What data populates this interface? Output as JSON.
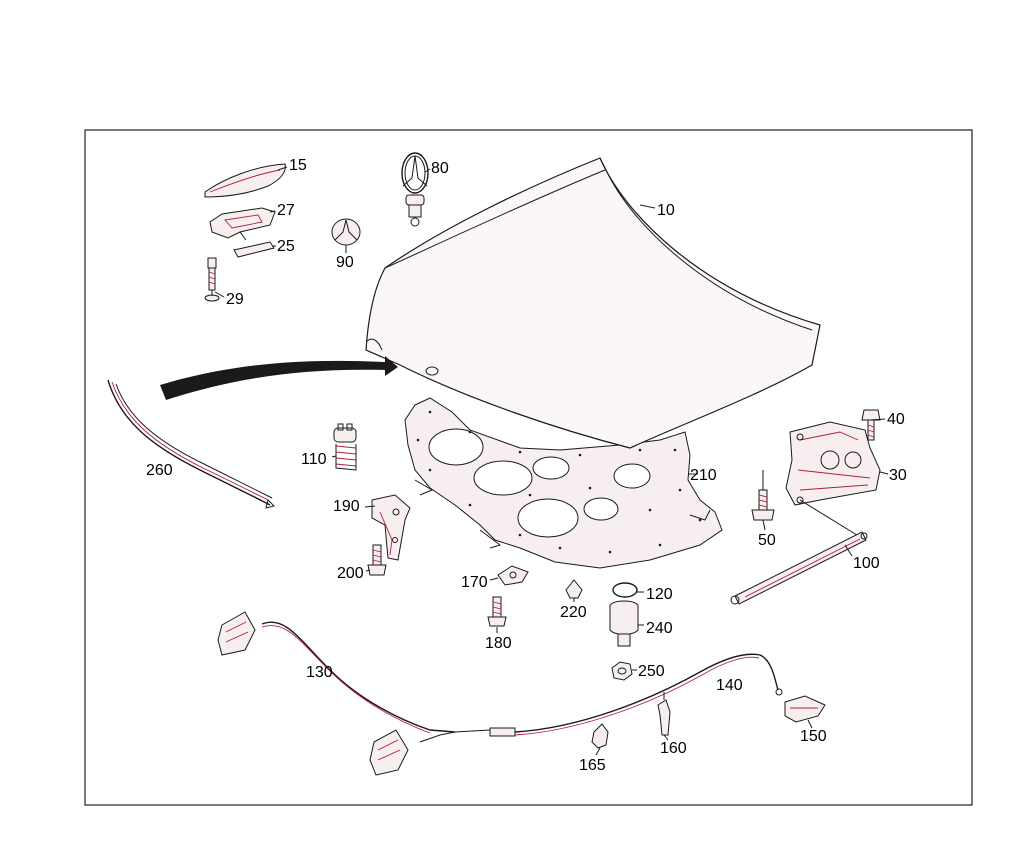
{
  "parts": [
    {
      "id": "p10",
      "label": "10"
    },
    {
      "id": "p15",
      "label": "15"
    },
    {
      "id": "p25",
      "label": "25"
    },
    {
      "id": "p27",
      "label": "27"
    },
    {
      "id": "p29",
      "label": "29"
    },
    {
      "id": "p30",
      "label": "30"
    },
    {
      "id": "p40",
      "label": "40"
    },
    {
      "id": "p50",
      "label": "50"
    },
    {
      "id": "p80",
      "label": "80"
    },
    {
      "id": "p90",
      "label": "90"
    },
    {
      "id": "p100",
      "label": "100"
    },
    {
      "id": "p110",
      "label": "110"
    },
    {
      "id": "p120",
      "label": "120"
    },
    {
      "id": "p130",
      "label": "130"
    },
    {
      "id": "p140",
      "label": "140"
    },
    {
      "id": "p150",
      "label": "150"
    },
    {
      "id": "p160",
      "label": "160"
    },
    {
      "id": "p165",
      "label": "165"
    },
    {
      "id": "p170",
      "label": "170"
    },
    {
      "id": "p180",
      "label": "180"
    },
    {
      "id": "p190",
      "label": "190"
    },
    {
      "id": "p200",
      "label": "200"
    },
    {
      "id": "p210",
      "label": "210"
    },
    {
      "id": "p220",
      "label": "220"
    },
    {
      "id": "p240",
      "label": "240"
    },
    {
      "id": "p250",
      "label": "250"
    },
    {
      "id": "p260",
      "label": "260"
    }
  ]
}
